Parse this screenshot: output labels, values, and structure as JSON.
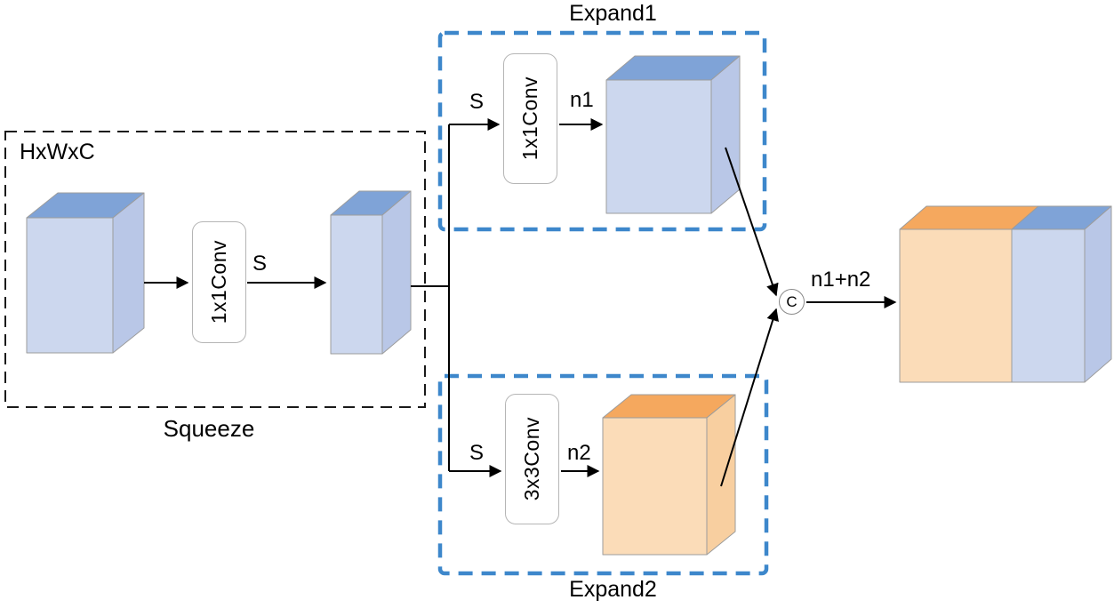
{
  "diagram": {
    "squeeze": {
      "title": "Squeeze",
      "input_dims": "HxWxC",
      "conv_label": "1x1Conv",
      "s_label": "S"
    },
    "expand1": {
      "title": "Expand1",
      "conv_label": "1x1Conv",
      "s_label": "S",
      "n_label": "n1"
    },
    "expand2": {
      "title": "Expand2",
      "conv_label": "3x3Conv",
      "s_label": "S",
      "n_label": "n2"
    },
    "concat": {
      "symbol": "C",
      "output_label": "n1+n2"
    }
  },
  "colors": {
    "blue_top": "#7fa3d7",
    "blue_front": "#ccd7ee",
    "blue_side": "#b9c7e7",
    "orange_top": "#f5a85e",
    "orange_front": "#fbdcb8",
    "orange_side": "#f8cfa0",
    "expand_border": "#3d87cb",
    "squeeze_border": "#1a1a1a"
  }
}
